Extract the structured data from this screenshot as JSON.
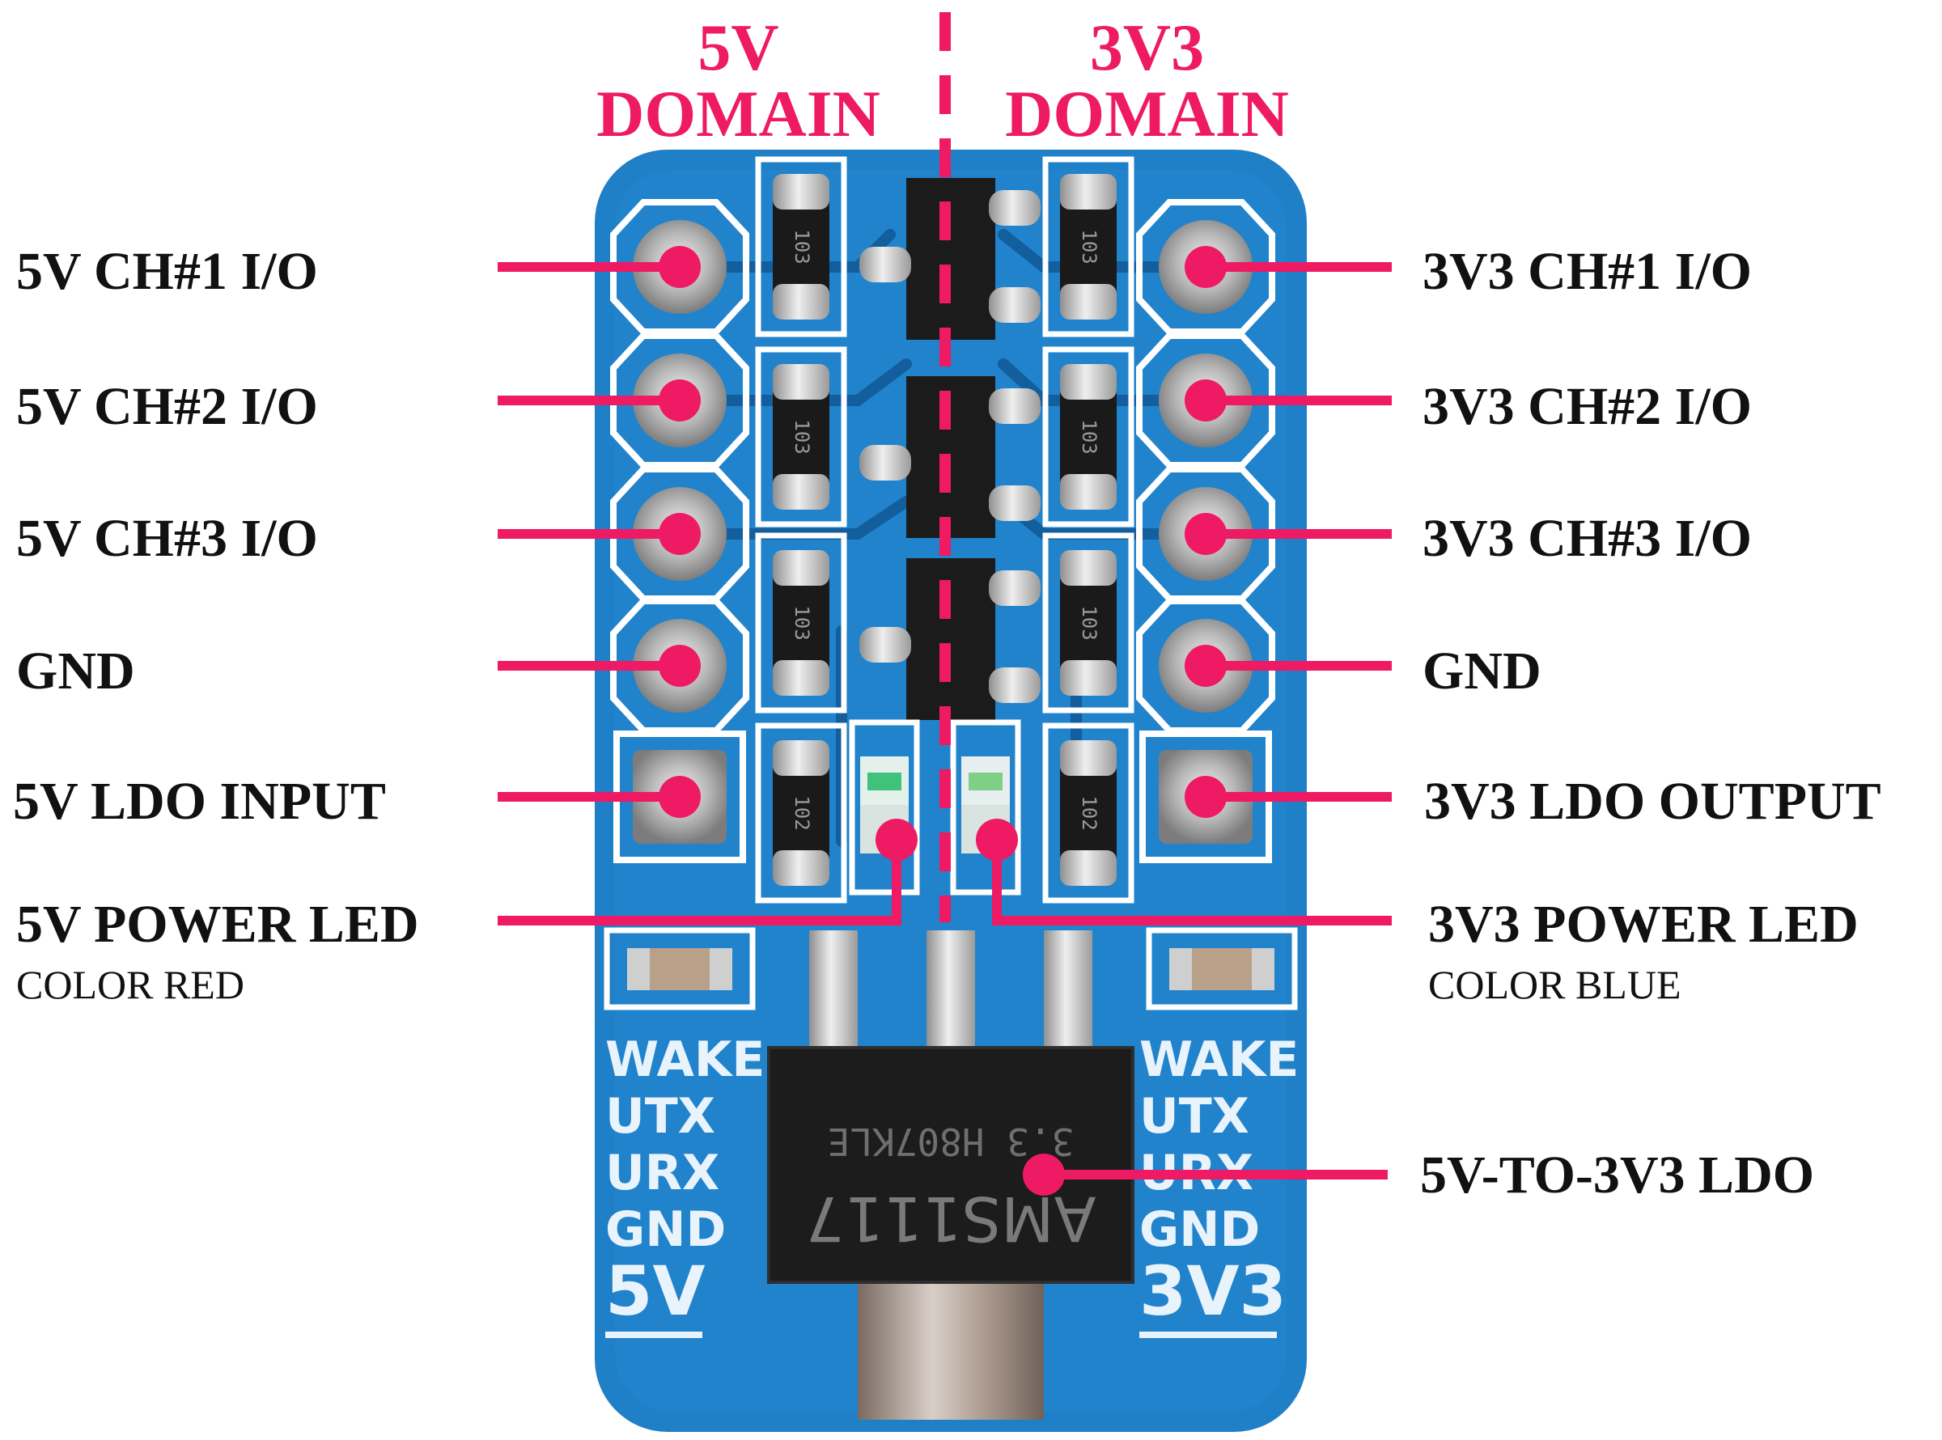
{
  "domains": {
    "left_line1": "5V",
    "left_line2": "DOMAIN",
    "right_line1": "3V3",
    "right_line2": "DOMAIN"
  },
  "left_labels": [
    {
      "id": "5v-ch1",
      "text": "5V CH#1 I/O"
    },
    {
      "id": "5v-ch2",
      "text": "5V CH#2 I/O"
    },
    {
      "id": "5v-ch3",
      "text": "5V CH#3 I/O"
    },
    {
      "id": "5v-gnd",
      "text": "GND"
    },
    {
      "id": "5v-ldo-input",
      "text": "5V LDO INPUT"
    },
    {
      "id": "5v-power-led",
      "text": "5V POWER LED",
      "sub": "COLOR RED"
    }
  ],
  "right_labels": [
    {
      "id": "3v3-ch1",
      "text": "3V3 CH#1 I/O"
    },
    {
      "id": "3v3-ch2",
      "text": "3V3 CH#2 I/O"
    },
    {
      "id": "3v3-ch3",
      "text": "3V3 CH#3 I/O"
    },
    {
      "id": "3v3-gnd",
      "text": "GND"
    },
    {
      "id": "3v3-ldo-output",
      "text": "3V3 LDO OUTPUT"
    },
    {
      "id": "3v3-power-led",
      "text": "3V3 POWER LED",
      "sub": "COLOR BLUE"
    },
    {
      "id": "ldo",
      "text": "5V-TO-3V3 LDO"
    }
  ],
  "silkscreen": {
    "left": [
      "WAKE",
      "UTX",
      "URX",
      "GND",
      "5V"
    ],
    "right": [
      "WAKE",
      "UTX",
      "URX",
      "GND",
      "3V3"
    ],
    "resistor_code_10k": "103",
    "resistor_code_1k": "102",
    "regulator_line1": "3.3  H807KLE",
    "regulator_line2": "AMS1117"
  },
  "colors": {
    "accent": "#ee1a63",
    "pcb": "#1f7fc7",
    "pcb_dark": "#135e9c",
    "silk": "#ffffff",
    "text": "#111111"
  }
}
